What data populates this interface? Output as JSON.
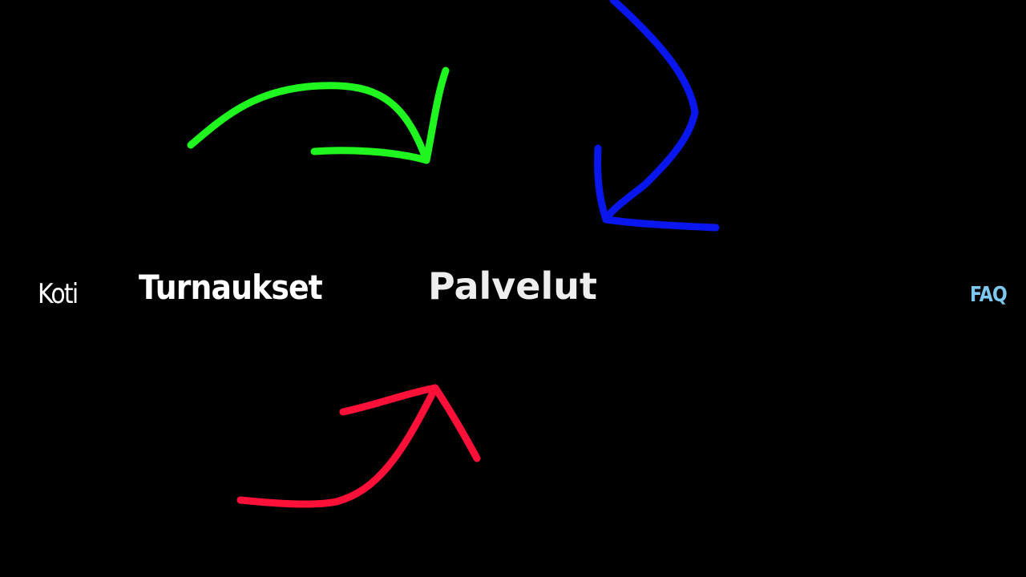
{
  "nav": {
    "items": [
      {
        "label": "Koti",
        "color": "#ffffff"
      },
      {
        "label": "Turnaukset",
        "color": "#ffffff"
      },
      {
        "label": "Palvelut",
        "color": "#eeeeee"
      },
      {
        "label": "FAQ",
        "color": "#7ec8f0"
      }
    ]
  },
  "annotations": {
    "arrows": [
      {
        "name": "green-arrow",
        "color": "#1ff51f"
      },
      {
        "name": "blue-arrow",
        "color": "#0a16ee"
      },
      {
        "name": "red-arrow",
        "color": "#ff1038"
      }
    ]
  }
}
